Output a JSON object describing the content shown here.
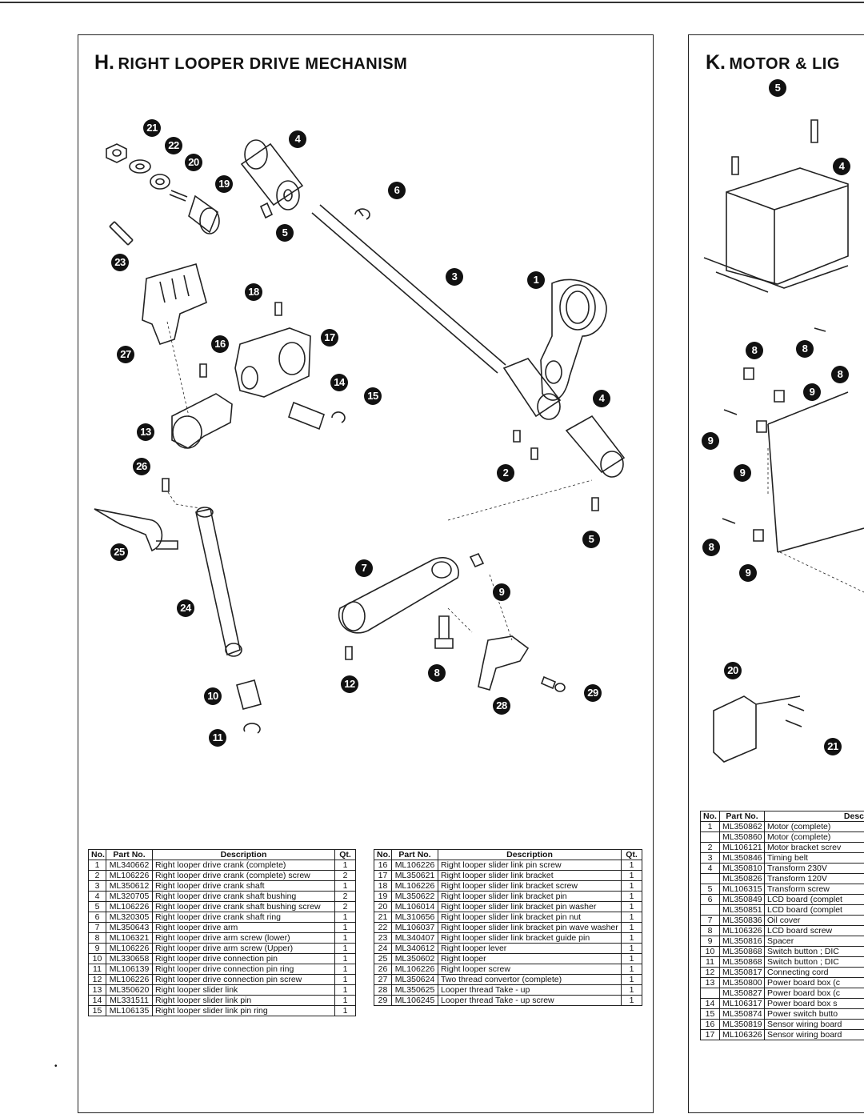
{
  "section_h": {
    "letter": "H.",
    "title": "RIGHT LOOPER DRIVE MECHANISM"
  },
  "section_k": {
    "letter": "K.",
    "title": "MOTOR & LIG"
  },
  "table_headers": {
    "no": "No.",
    "part_no": "Part No.",
    "description": "Description",
    "qty": "Qt."
  },
  "table_k_headers": {
    "no": "No.",
    "part_no": "Part No.",
    "description": "Descri"
  },
  "callouts_h": [
    "21",
    "22",
    "20",
    "19",
    "4",
    "6",
    "5",
    "23",
    "3",
    "1",
    "18",
    "17",
    "27",
    "16",
    "14",
    "15",
    "4",
    "13",
    "26",
    "2",
    "5",
    "25",
    "7",
    "9",
    "24",
    "8",
    "12",
    "10",
    "28",
    "29",
    "11"
  ],
  "callouts_k": [
    "5",
    "4",
    "8",
    "8",
    "9",
    "9",
    "8",
    "9",
    "8",
    "9",
    "20",
    "21"
  ],
  "table_h1": [
    {
      "no": "1",
      "part": "ML340662",
      "desc": "Right looper drive crank (complete)",
      "qty": "1"
    },
    {
      "no": "2",
      "part": "ML106226",
      "desc": "Right looper drive crank (complete) screw",
      "qty": "2"
    },
    {
      "no": "3",
      "part": "ML350612",
      "desc": "Right looper drive crank shaft",
      "qty": "1"
    },
    {
      "no": "4",
      "part": "ML320705",
      "desc": "Right looper drive crank shaft bushing",
      "qty": "2"
    },
    {
      "no": "5",
      "part": "ML106226",
      "desc": "Right looper drive crank shaft bushing screw",
      "qty": "2"
    },
    {
      "no": "6",
      "part": "ML320305",
      "desc": "Right looper drive crank shaft ring",
      "qty": "1"
    },
    {
      "no": "7",
      "part": "ML350643",
      "desc": "Right looper drive arm",
      "qty": "1"
    },
    {
      "no": "8",
      "part": "ML106321",
      "desc": "Right looper drive arm screw (lower)",
      "qty": "1"
    },
    {
      "no": "9",
      "part": "ML106226",
      "desc": "Right looper drive arm screw (Upper)",
      "qty": "1"
    },
    {
      "no": "10",
      "part": "ML330658",
      "desc": "Right looper drive connection pin",
      "qty": "1"
    },
    {
      "no": "11",
      "part": "ML106139",
      "desc": "Right looper drive connection pin ring",
      "qty": "1"
    },
    {
      "no": "12",
      "part": "ML106226",
      "desc": "Right looper drive connection pin screw",
      "qty": "1"
    },
    {
      "no": "13",
      "part": "ML350620",
      "desc": "Right looper slider link",
      "qty": "1"
    },
    {
      "no": "14",
      "part": "ML331511",
      "desc": "Right looper slider link pin",
      "qty": "1"
    },
    {
      "no": "15",
      "part": "ML106135",
      "desc": "Right looper slider link pin ring",
      "qty": "1"
    }
  ],
  "table_h2": [
    {
      "no": "16",
      "part": "ML106226",
      "desc": "Right looper slider link pin screw",
      "qty": "1"
    },
    {
      "no": "17",
      "part": "ML350621",
      "desc": "Right looper slider link bracket",
      "qty": "1"
    },
    {
      "no": "18",
      "part": "ML106226",
      "desc": "Right looper slider link bracket screw",
      "qty": "1"
    },
    {
      "no": "19",
      "part": "ML350622",
      "desc": "Right looper slider link bracket pin",
      "qty": "1"
    },
    {
      "no": "20",
      "part": "ML106014",
      "desc": "Right looper slider link bracket pin washer",
      "qty": "1"
    },
    {
      "no": "21",
      "part": "ML310656",
      "desc": "Right looper slider link bracket pin nut",
      "qty": "1"
    },
    {
      "no": "22",
      "part": "ML106037",
      "desc": "Right looper slider link bracket pin wave washer",
      "qty": "1"
    },
    {
      "no": "23",
      "part": "ML340407",
      "desc": "Right looper slider link bracket guide pin",
      "qty": "1"
    },
    {
      "no": "24",
      "part": "ML340612",
      "desc": "Right looper lever",
      "qty": "1"
    },
    {
      "no": "25",
      "part": "ML350602",
      "desc": "Right looper",
      "qty": "1"
    },
    {
      "no": "26",
      "part": "ML106226",
      "desc": "Right looper screw",
      "qty": "1"
    },
    {
      "no": "27",
      "part": "ML350624",
      "desc": "Two thread convertor (complete)",
      "qty": "1"
    },
    {
      "no": "28",
      "part": "ML350625",
      "desc": "Looper thread Take - up",
      "qty": "1"
    },
    {
      "no": "29",
      "part": "ML106245",
      "desc": "Looper thread Take - up screw",
      "qty": "1"
    }
  ],
  "table_k": [
    {
      "no": "1",
      "part": "ML350862",
      "desc": "Motor (complete)"
    },
    {
      "no": "",
      "part": "ML350860",
      "desc": "Motor (complete)"
    },
    {
      "no": "2",
      "part": "ML106121",
      "desc": "Motor bracket screv"
    },
    {
      "no": "3",
      "part": "ML350846",
      "desc": "Timing belt"
    },
    {
      "no": "4",
      "part": "ML350810",
      "desc": "Transform 230V"
    },
    {
      "no": "",
      "part": "ML350826",
      "desc": "Transform 120V"
    },
    {
      "no": "5",
      "part": "ML106315",
      "desc": "Transform screw"
    },
    {
      "no": "6",
      "part": "ML350849",
      "desc": "LCD board (complet"
    },
    {
      "no": "",
      "part": "ML350851",
      "desc": "LCD board (complet"
    },
    {
      "no": "7",
      "part": "ML350836",
      "desc": "Oil cover"
    },
    {
      "no": "8",
      "part": "ML106326",
      "desc": "LCD board screw"
    },
    {
      "no": "9",
      "part": "ML350816",
      "desc": "Spacer"
    },
    {
      "no": "10",
      "part": "ML350868",
      "desc": "Switch button ; DIC"
    },
    {
      "no": "11",
      "part": "ML350868",
      "desc": "Switch button ; DIC"
    },
    {
      "no": "12",
      "part": "ML350817",
      "desc": "Connecting cord"
    },
    {
      "no": "13",
      "part": "ML350800",
      "desc": "Power board box (c"
    },
    {
      "no": "",
      "part": "ML350827",
      "desc": "Power board box (c"
    },
    {
      "no": "14",
      "part": "ML106317",
      "desc": "Power board box s"
    },
    {
      "no": "15",
      "part": "ML350874",
      "desc": "Power switch butto"
    },
    {
      "no": "16",
      "part": "ML350819",
      "desc": "Sensor wiring board"
    },
    {
      "no": "17",
      "part": "ML106326",
      "desc": "Sensor wiring board"
    }
  ]
}
